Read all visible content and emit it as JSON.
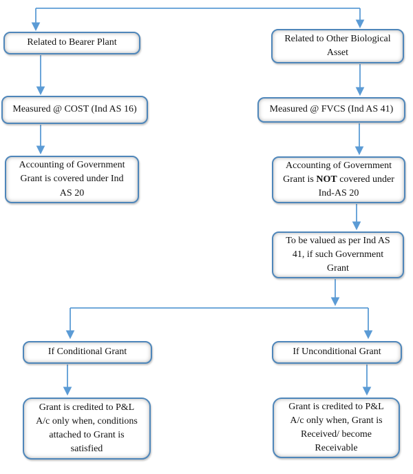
{
  "colors": {
    "connector": "#5b9bd5",
    "node_border": "#4e86ba",
    "node_fill": "#ffffff",
    "text": "#111111"
  },
  "nodes": [
    {
      "id": "related-bearer-plant",
      "label": "Related to Bearer Plant"
    },
    {
      "id": "related-other-biological-asset",
      "label": "Related to Other Biological\nAsset"
    },
    {
      "id": "measured-cost",
      "label": "Measured @ COST (Ind AS 16)"
    },
    {
      "id": "measured-fvcs",
      "label": "Measured @ FVCS (Ind AS 41)"
    },
    {
      "id": "accounting-covered",
      "label": "Accounting of Government\nGrant is covered under Ind\nAS 20"
    },
    {
      "id": "accounting-not-covered",
      "label_prefix": "Accounting of Government\nGrant is ",
      "label_bold": "NOT",
      "label_suffix": " covered under\nInd-AS 20"
    },
    {
      "id": "to-be-valued",
      "label": "To be valued as per Ind AS\n41, if such Government\nGrant"
    },
    {
      "id": "if-conditional-grant",
      "label": "If Conditional Grant"
    },
    {
      "id": "if-unconditional-grant",
      "label": "If Unconditional Grant"
    },
    {
      "id": "grant-credited-conditions",
      "label": "Grant is credited to P&L\nA/c only when, conditions\nattached to Grant is\nsatisfied"
    },
    {
      "id": "grant-credited-received",
      "label": "Grant is credited to P&L\nA/c only when, Grant is\nReceived/ become\nReceivable"
    }
  ],
  "edges": [
    {
      "from": "top-connector",
      "to": "related-bearer-plant"
    },
    {
      "from": "top-connector",
      "to": "related-other-biological-asset"
    },
    {
      "from": "related-bearer-plant",
      "to": "measured-cost"
    },
    {
      "from": "measured-cost",
      "to": "accounting-covered"
    },
    {
      "from": "related-other-biological-asset",
      "to": "measured-fvcs"
    },
    {
      "from": "measured-fvcs",
      "to": "accounting-not-covered"
    },
    {
      "from": "accounting-not-covered",
      "to": "to-be-valued"
    },
    {
      "from": "to-be-valued",
      "to": "split-connector"
    },
    {
      "from": "split-connector",
      "to": "if-conditional-grant"
    },
    {
      "from": "split-connector",
      "to": "if-unconditional-grant"
    },
    {
      "from": "if-conditional-grant",
      "to": "grant-credited-conditions"
    },
    {
      "from": "if-unconditional-grant",
      "to": "grant-credited-received"
    }
  ]
}
